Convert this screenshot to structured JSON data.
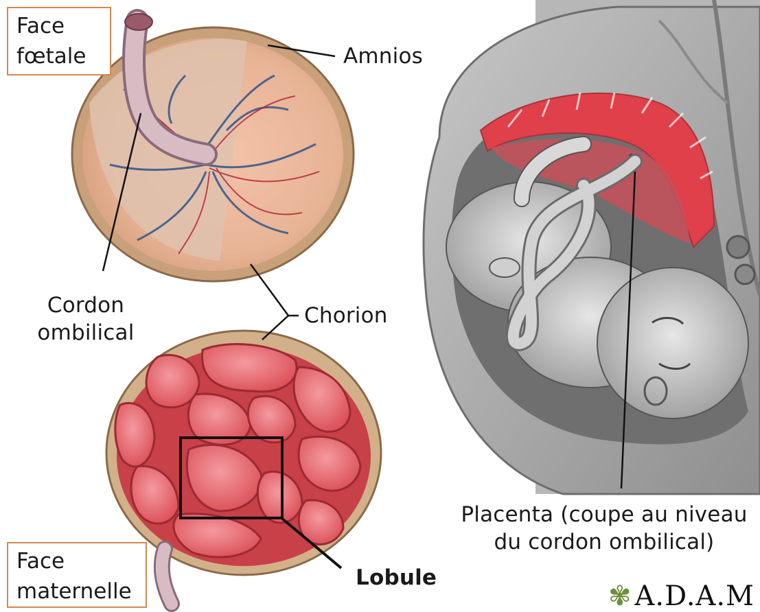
{
  "labels": {
    "fetal_face": [
      "Face",
      "fœtale"
    ],
    "amnion": "Amnios",
    "umbilical_cord": [
      "Cordon",
      "ombilical"
    ],
    "chorion": "Chorion",
    "maternal_face": [
      "Face",
      "maternelle"
    ],
    "lobule": "Lobule",
    "placenta_section": [
      "Placenta (coupe au niveau",
      "du cordon ombilical)"
    ]
  },
  "logo": {
    "text": "A.D.A.M",
    "symbol": "✾"
  },
  "colors": {
    "box_border": "#d4884a",
    "placenta_tan": "#d8b48a",
    "placenta_inner": "#e9b9a0",
    "vessel_red": "#b5283a",
    "vessel_blue": "#3c5a8a",
    "lobe_red": "#e0505a",
    "lobe_highlight": "#f0848a",
    "uterus_gray": "#9a9a9a",
    "tissue_red": "#e0404a"
  }
}
